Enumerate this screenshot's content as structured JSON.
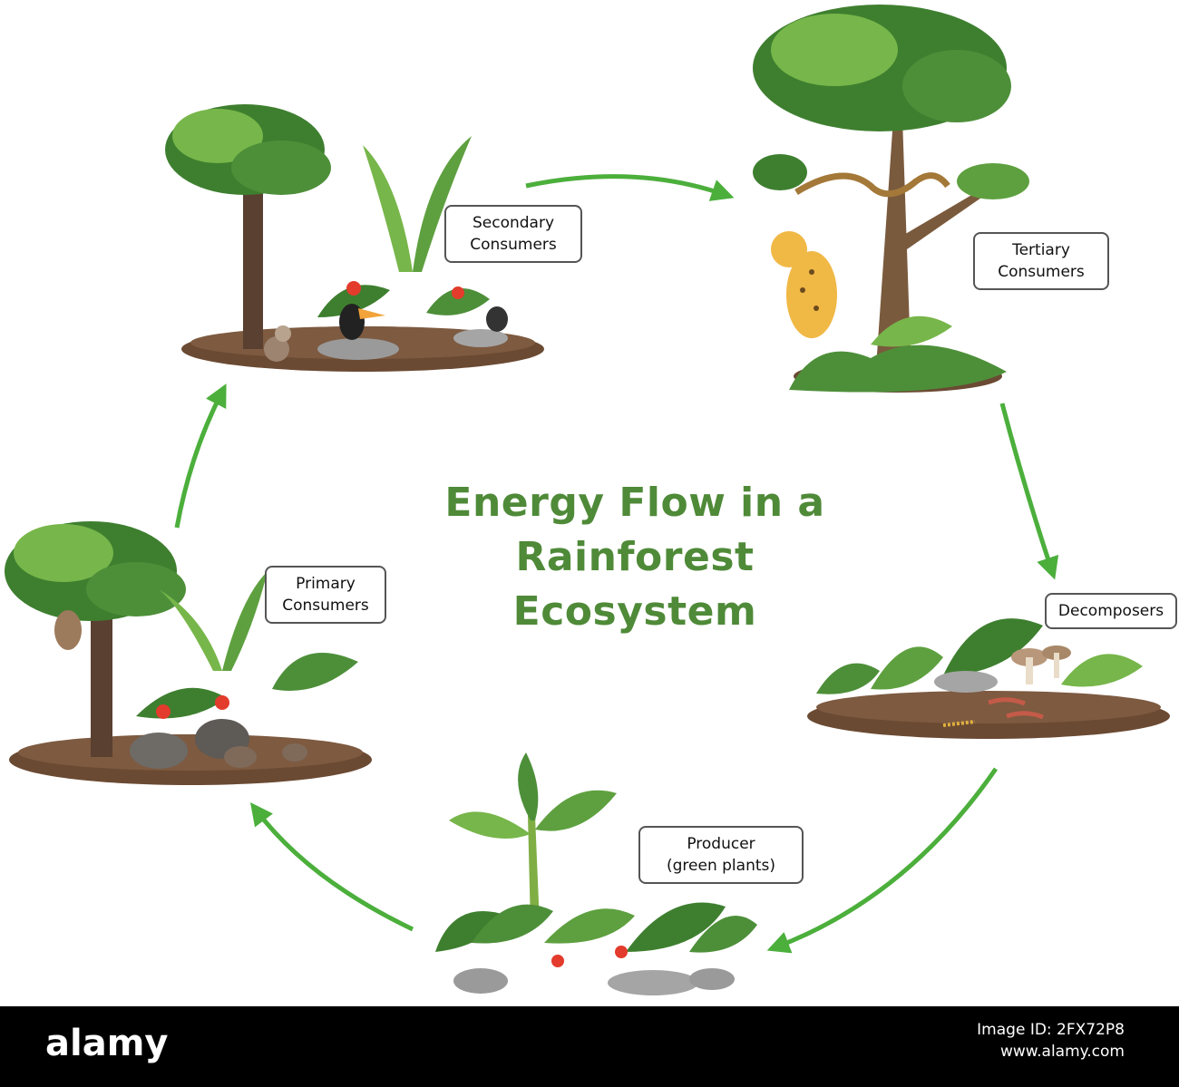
{
  "title": {
    "line1": "Energy Flow in a",
    "line2": "Rainforest Ecosystem"
  },
  "stages": {
    "secondary": {
      "line1": "Secondary",
      "line2": "Consumers"
    },
    "tertiary": {
      "line1": "Tertiary",
      "line2": "Consumers"
    },
    "decomposers": {
      "line1": "Decomposers"
    },
    "producer": {
      "line1": "Producer",
      "line2": "(green plants)"
    },
    "primary": {
      "line1": "Primary",
      "line2": "Consumers"
    }
  },
  "watermark": {
    "logo": "alamy",
    "image_id": "Image ID: 2FX72P8",
    "site": "www.alamy.com"
  },
  "colors": {
    "arrow": "#4caf3c",
    "title": "#4f8a38",
    "soil": "#6b4a33",
    "foliage_dark": "#3e7f2f",
    "foliage_light": "#77b64a"
  }
}
